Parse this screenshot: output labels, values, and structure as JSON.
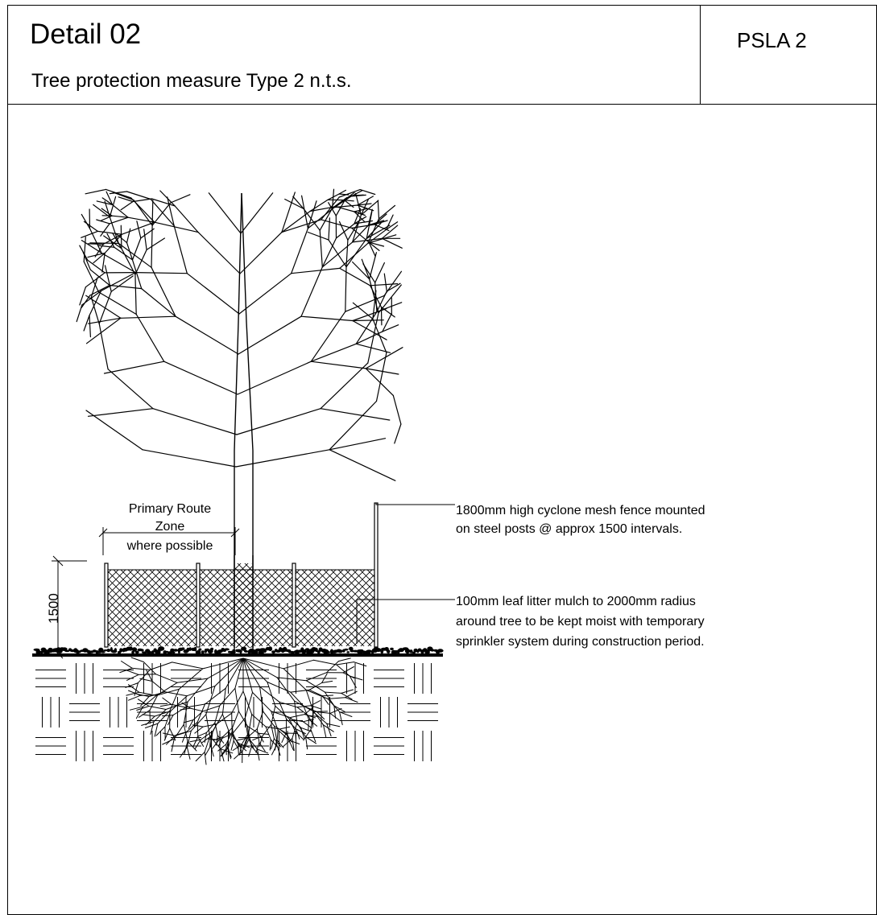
{
  "title_block": {
    "title": "Detail 02",
    "subtitle": "Tree protection measure Type 2 n.t.s.",
    "sheet_code": "PSLA 2"
  },
  "drawing": {
    "zone_label": [
      "Primary Route",
      "Zone",
      "where possible"
    ],
    "dimension_label": "1500",
    "fence_note": [
      "1800mm high cyclone mesh fence mounted",
      "on steel posts @ approx 1500 intervals."
    ],
    "mulch_note": [
      "100mm leaf litter mulch to 2000mm radius",
      "around tree to be kept moist with temporary",
      "sprinkler system during construction period."
    ]
  }
}
